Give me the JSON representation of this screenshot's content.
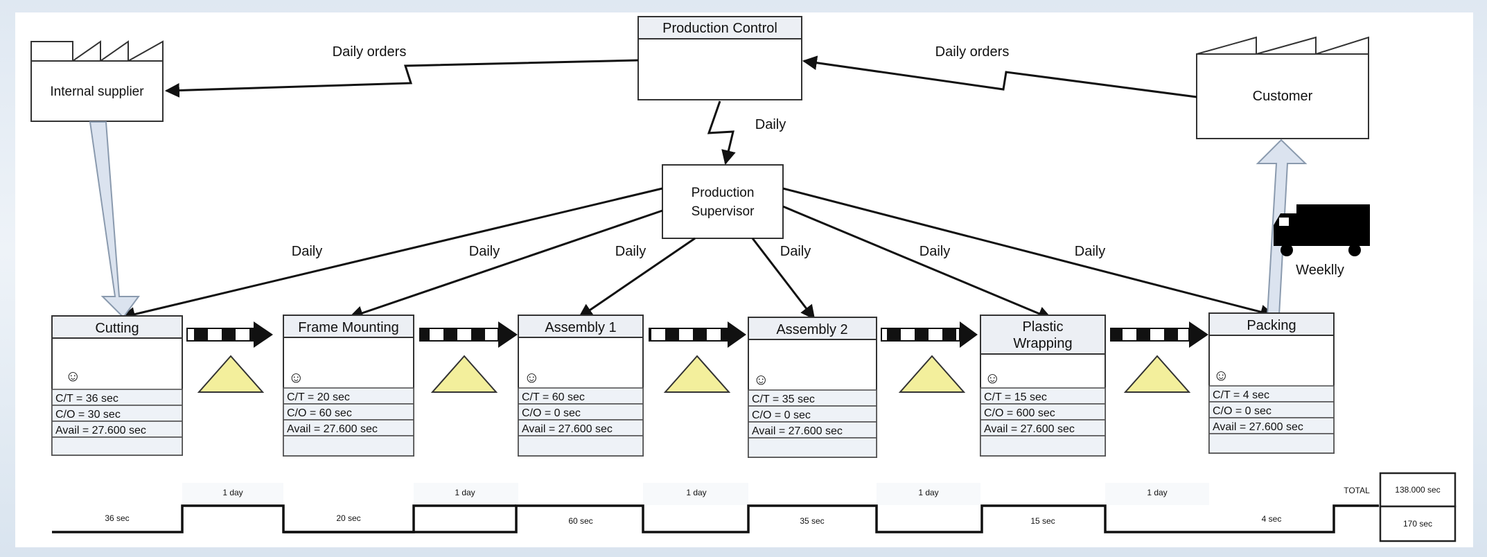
{
  "production_control": {
    "label": "Production Control"
  },
  "internal_supplier": {
    "label": "Internal supplier"
  },
  "customer": {
    "label": "Customer"
  },
  "supervisor": {
    "label_line1": "Production",
    "label_line2": "Supervisor"
  },
  "flows": {
    "orders_to_supplier": "Daily orders",
    "orders_from_customer": "Daily orders",
    "control_to_supervisor": "Daily",
    "supervisor_daily": [
      "Daily",
      "Daily",
      "Daily",
      "Daily",
      "Daily",
      "Daily"
    ]
  },
  "shipping": {
    "label": "Weeklly",
    "icon": "truck-icon"
  },
  "processes": [
    {
      "name_line1": "Cutting",
      "name_line2": "",
      "ct": "C/T = 36 sec",
      "co": "C/O = 30 sec",
      "avail": "Avail = 27.600 sec"
    },
    {
      "name_line1": "Frame Mounting",
      "name_line2": "",
      "ct": "C/T = 20 sec",
      "co": "C/O = 60 sec",
      "avail": "Avail = 27.600 sec"
    },
    {
      "name_line1": "Assembly 1",
      "name_line2": "",
      "ct": "C/T = 60 sec",
      "co": "C/O = 0 sec",
      "avail": "Avail = 27.600 sec"
    },
    {
      "name_line1": "Assembly 2",
      "name_line2": "",
      "ct": "C/T = 35 sec",
      "co": "C/O = 0 sec",
      "avail": "Avail = 27.600 sec"
    },
    {
      "name_line1": "Plastic",
      "name_line2": "Wrapping",
      "ct": "C/T = 15 sec",
      "co": "C/O = 600 sec",
      "avail": "Avail = 27.600 sec"
    },
    {
      "name_line1": "Packing",
      "name_line2": "",
      "ct": "C/T = 4 sec",
      "co": "C/O = 0 sec",
      "avail": "Avail = 27.600 sec"
    }
  ],
  "timeline": {
    "process_times": [
      "36 sec",
      "20 sec",
      "60 sec",
      "35 sec",
      "15 sec",
      "4 sec"
    ],
    "wait_times": [
      "1 day",
      "1 day",
      "1 day",
      "1 day",
      "1 day"
    ],
    "total_label": "TOTAL",
    "total_lead_time": "138.000 sec",
    "total_process_time": "170 sec"
  },
  "colors": {
    "inventory_triangle": "#f3ef9c",
    "stroke": "#111111",
    "box_header": "#eceff4"
  }
}
